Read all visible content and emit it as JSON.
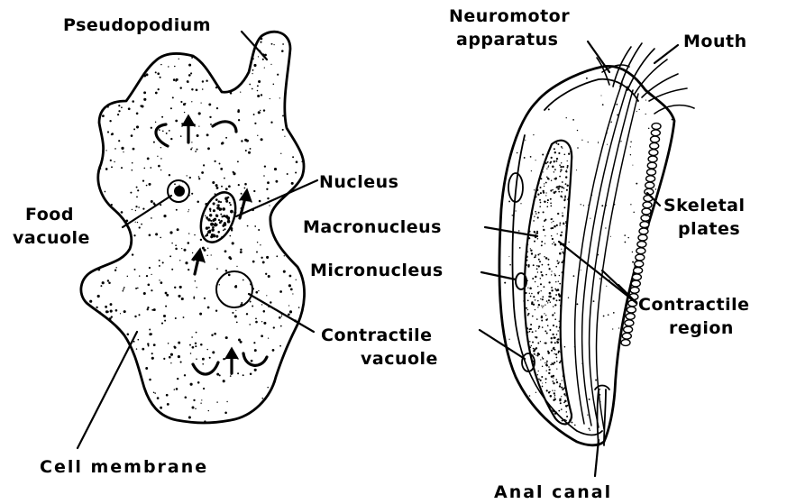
{
  "left_figure": {
    "labels": {
      "pseudopodium": "Pseudopodium",
      "food_vacuole_line1": "Food",
      "food_vacuole_line2": "vacuole",
      "nucleus": "Nucleus",
      "contractile_vacuole_line1": "Contractile",
      "contractile_vacuole_line2": "vacuole",
      "cell_membrane": "Cell membrane"
    }
  },
  "right_figure": {
    "labels": {
      "neuromotor_line1": "Neuromotor",
      "neuromotor_line2": "apparatus",
      "mouth": "Mouth",
      "skeletal_line1": "Skeletal",
      "skeletal_line2": "plates",
      "macronucleus": "Macronucleus",
      "micronucleus": "Micronucleus",
      "contractile_region_line1": "Contractile",
      "contractile_region_line2": "region",
      "anal_canal": "Anal canal"
    }
  },
  "colors": {
    "ink": "#000000",
    "background": "#ffffff"
  }
}
